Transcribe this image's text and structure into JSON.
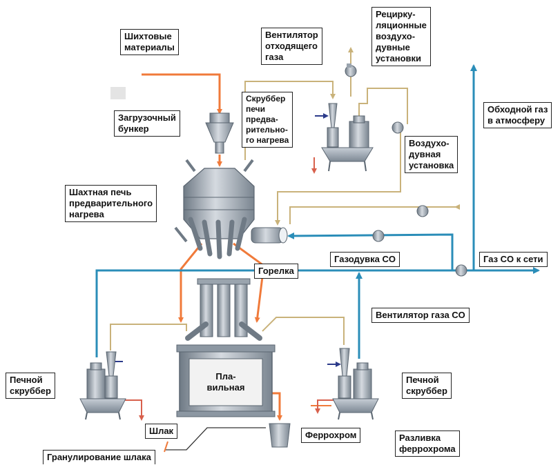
{
  "labels": {
    "charge": [
      "Шихтовые",
      "материалы"
    ],
    "fan_offgas": [
      "Вентилятор",
      "отходящего",
      "газа"
    ],
    "recirc": [
      "Рецирку-",
      "ляционные",
      "воздухо-",
      "дувные",
      "установки"
    ],
    "bunker": [
      "Загрузочный",
      "бункер"
    ],
    "scrubber_pre": [
      "Скруббер",
      "печи",
      "предва-",
      "рительно-",
      "го нагрева"
    ],
    "bypass": [
      "Обходной газ",
      "в атмосферу"
    ],
    "air_blower": [
      "Воздухо-",
      "дувная",
      "установка"
    ],
    "shaft": [
      "Шахтная печь",
      "предварительного",
      "нагрева"
    ],
    "co_blower": [
      "Газодувка CO"
    ],
    "co_net": [
      "Газ CO к сети"
    ],
    "burner": [
      "Горелка"
    ],
    "co_fan": [
      "Вентилятор газа CO"
    ],
    "scrub_left": [
      "Печной",
      "скруббер"
    ],
    "smelter": [
      "Пла-",
      "вильная"
    ],
    "scrub_right": [
      "Печной",
      "скруббер"
    ],
    "slag": [
      "Шлак"
    ],
    "ferrochrome": [
      "Феррохром"
    ],
    "casting": [
      "Разливка",
      "феррохрома"
    ],
    "granulation": [
      "Гранулирование шлака"
    ]
  },
  "colors": {
    "material_flow": "#f07a3a",
    "co_gas": "#2a8db8",
    "off_gas": "#c9b27a",
    "slag_line": "#d8604c",
    "equipment": "#9aa4ae",
    "equipment_dark": "#6f7a85"
  }
}
